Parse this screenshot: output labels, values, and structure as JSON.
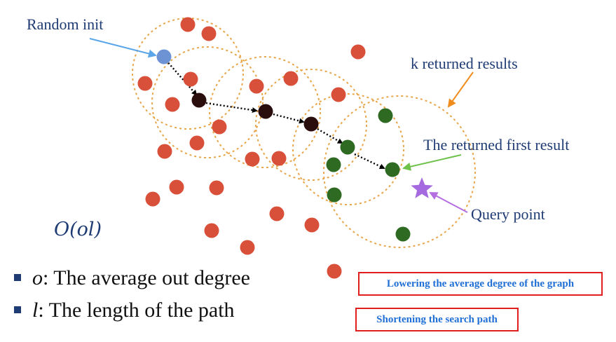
{
  "labels": {
    "random_init": "Random init",
    "k_returned": "k returned results",
    "first_result": "The returned first result",
    "query_point": "Query point"
  },
  "formula": {
    "text": "O(ol)"
  },
  "bullets": [
    {
      "var": "o",
      "text": ": The average out degree"
    },
    {
      "var": "l",
      "text": ":  The length of the path"
    }
  ],
  "boxes": {
    "lower_degree": "Lowering the average degree of the graph",
    "shorten_path": "Shortening the search path"
  },
  "colors": {
    "node_red": "#d9503a",
    "node_dark": "#2a0d0d",
    "node_green": "#2f6a22",
    "node_blue": "#6d93d4",
    "circle_dash": "#e8a64a",
    "star": "#a66ae0",
    "text_navy": "#1f3b73",
    "box_border": "#e11d1d",
    "box_text": "#1f6fd6",
    "arrow_blue": "#5aa6e8",
    "arrow_orange": "#f08c1c",
    "arrow_green": "#6ec24a",
    "arrow_purple": "#b46ee0"
  }
}
